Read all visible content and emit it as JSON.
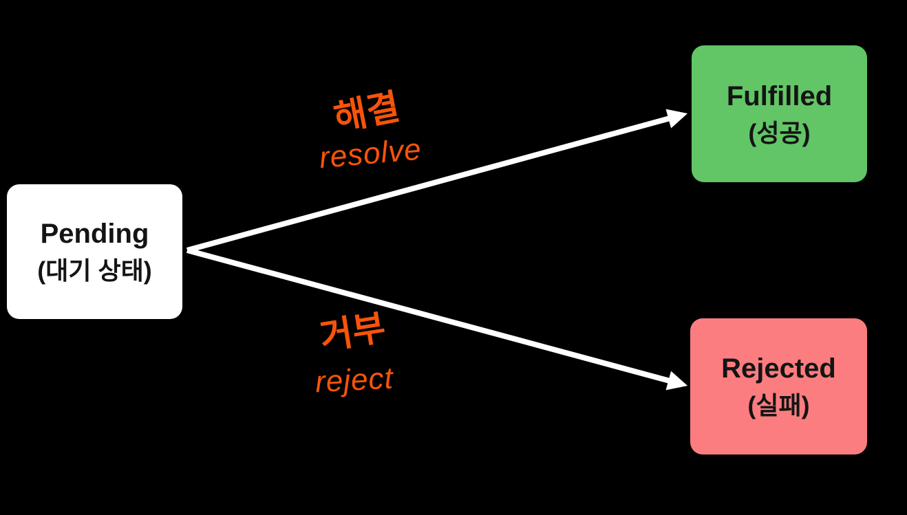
{
  "background": "#000000",
  "arrow_color": "#ffffff",
  "nodes": {
    "pending": {
      "title": "Pending",
      "subtitle": "(대기 상태)",
      "bg": "#ffffff",
      "text_color": "#141414"
    },
    "fulfilled": {
      "title": "Fulfilled",
      "subtitle": "(성공)",
      "bg": "#62c566",
      "text_color": "#141414"
    },
    "rejected": {
      "title": "Rejected",
      "subtitle": "(실패)",
      "bg": "#fc7d7f",
      "text_color": "#141414"
    }
  },
  "edges": {
    "resolve": {
      "from": "Pending",
      "to": "Fulfilled",
      "label_ko": "해결",
      "label_en": "resolve",
      "annotation_color": "#f85409"
    },
    "reject": {
      "from": "Pending",
      "to": "Rejected",
      "label_ko": "거부",
      "label_en": "reject",
      "annotation_color": "#f85409"
    }
  }
}
